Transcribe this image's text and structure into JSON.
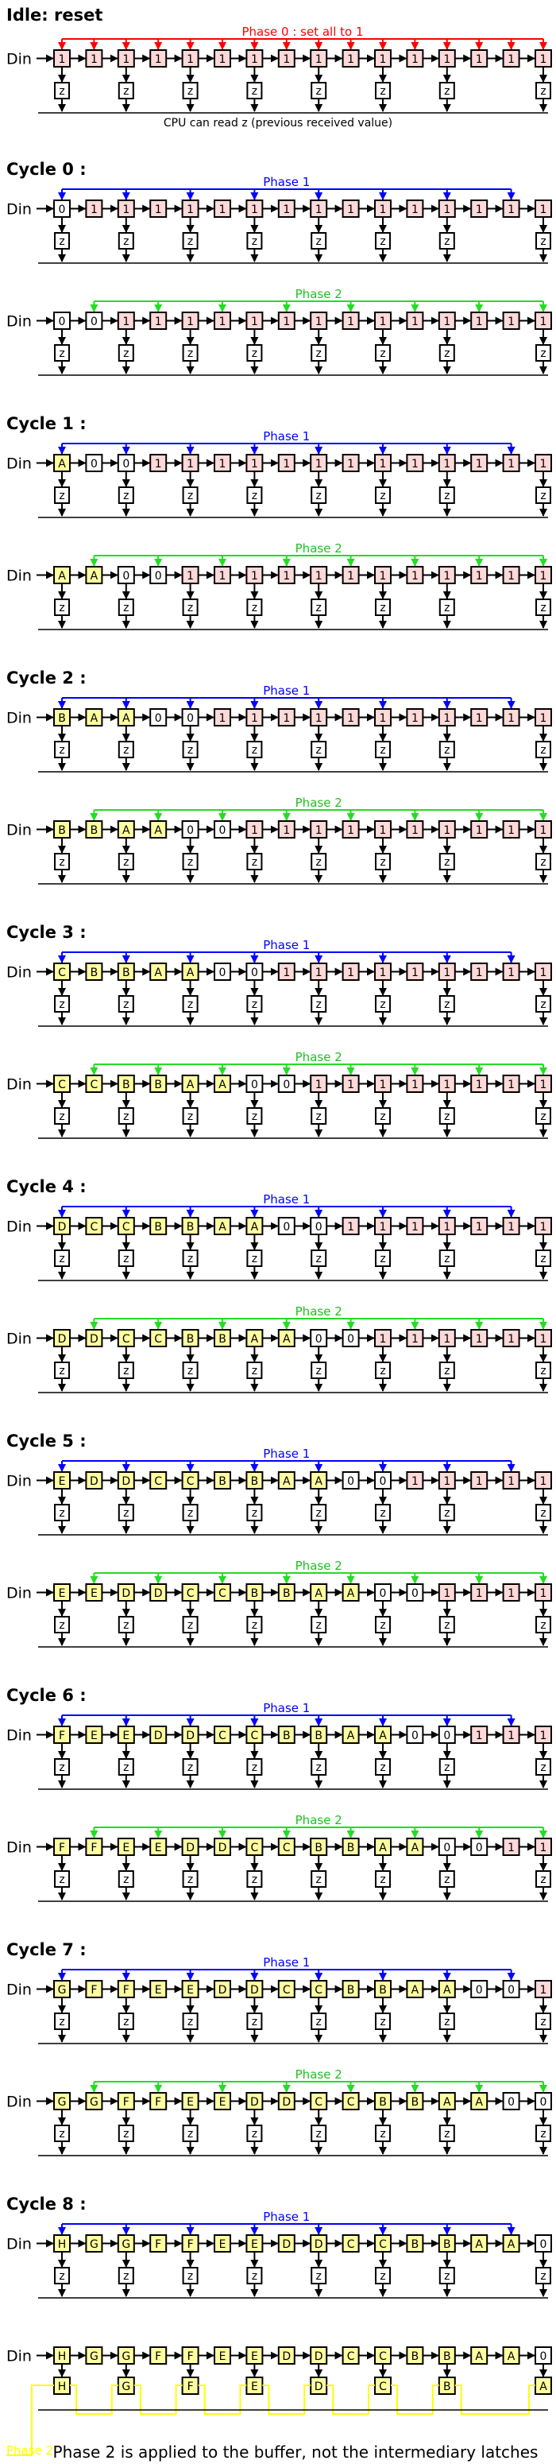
{
  "colors": {
    "phase1": "#0000ff",
    "phase2": "#22dd22",
    "reset": "#ff0000",
    "buffer": "#ffff00",
    "cell_one": "#ffd8d8",
    "cell_zero": "#ffffff",
    "cell_symbol": "#ffffa0"
  },
  "input_label": "Din",
  "output_label": "z",
  "idle": {
    "title": "Idle: reset",
    "phase_label": "Phase 0 : set all to 1",
    "note": "CPU can read z (previous received value)",
    "cells": [
      "1",
      "1",
      "1",
      "1",
      "1",
      "1",
      "1",
      "1",
      "1",
      "1",
      "1",
      "1",
      "1",
      "1",
      "1",
      "1"
    ]
  },
  "phase1_label": "Phase 1",
  "phase2_label": "Phase 2",
  "cycles": [
    {
      "title": "Cycle 0 :",
      "phase1_cells": [
        "0",
        "1",
        "1",
        "1",
        "1",
        "1",
        "1",
        "1",
        "1",
        "1",
        "1",
        "1",
        "1",
        "1",
        "1",
        "1"
      ],
      "phase2_cells": [
        "0",
        "0",
        "1",
        "1",
        "1",
        "1",
        "1",
        "1",
        "1",
        "1",
        "1",
        "1",
        "1",
        "1",
        "1",
        "1"
      ]
    },
    {
      "title": "Cycle 1 :",
      "phase1_cells": [
        "A",
        "0",
        "0",
        "1",
        "1",
        "1",
        "1",
        "1",
        "1",
        "1",
        "1",
        "1",
        "1",
        "1",
        "1",
        "1"
      ],
      "phase2_cells": [
        "A",
        "A",
        "0",
        "0",
        "1",
        "1",
        "1",
        "1",
        "1",
        "1",
        "1",
        "1",
        "1",
        "1",
        "1",
        "1"
      ]
    },
    {
      "title": "Cycle 2 :",
      "phase1_cells": [
        "B",
        "A",
        "A",
        "0",
        "0",
        "1",
        "1",
        "1",
        "1",
        "1",
        "1",
        "1",
        "1",
        "1",
        "1",
        "1"
      ],
      "phase2_cells": [
        "B",
        "B",
        "A",
        "A",
        "0",
        "0",
        "1",
        "1",
        "1",
        "1",
        "1",
        "1",
        "1",
        "1",
        "1",
        "1"
      ]
    },
    {
      "title": "Cycle 3 :",
      "phase1_cells": [
        "C",
        "B",
        "B",
        "A",
        "A",
        "0",
        "0",
        "1",
        "1",
        "1",
        "1",
        "1",
        "1",
        "1",
        "1",
        "1"
      ],
      "phase2_cells": [
        "C",
        "C",
        "B",
        "B",
        "A",
        "A",
        "0",
        "0",
        "1",
        "1",
        "1",
        "1",
        "1",
        "1",
        "1",
        "1"
      ]
    },
    {
      "title": "Cycle 4 :",
      "phase1_cells": [
        "D",
        "C",
        "C",
        "B",
        "B",
        "A",
        "A",
        "0",
        "0",
        "1",
        "1",
        "1",
        "1",
        "1",
        "1",
        "1"
      ],
      "phase2_cells": [
        "D",
        "D",
        "C",
        "C",
        "B",
        "B",
        "A",
        "A",
        "0",
        "0",
        "1",
        "1",
        "1",
        "1",
        "1",
        "1"
      ]
    },
    {
      "title": "Cycle 5 :",
      "phase1_cells": [
        "E",
        "D",
        "D",
        "C",
        "C",
        "B",
        "B",
        "A",
        "A",
        "0",
        "0",
        "1",
        "1",
        "1",
        "1",
        "1"
      ],
      "phase2_cells": [
        "E",
        "E",
        "D",
        "D",
        "C",
        "C",
        "B",
        "B",
        "A",
        "A",
        "0",
        "0",
        "1",
        "1",
        "1",
        "1"
      ]
    },
    {
      "title": "Cycle 6 :",
      "phase1_cells": [
        "F",
        "E",
        "E",
        "D",
        "D",
        "C",
        "C",
        "B",
        "B",
        "A",
        "A",
        "0",
        "0",
        "1",
        "1",
        "1"
      ],
      "phase2_cells": [
        "F",
        "F",
        "E",
        "E",
        "D",
        "D",
        "C",
        "C",
        "B",
        "B",
        "A",
        "A",
        "0",
        "0",
        "1",
        "1"
      ]
    },
    {
      "title": "Cycle 7 :",
      "phase1_cells": [
        "G",
        "F",
        "F",
        "E",
        "E",
        "D",
        "D",
        "C",
        "C",
        "B",
        "B",
        "A",
        "A",
        "0",
        "0",
        "1"
      ],
      "phase2_cells": [
        "G",
        "G",
        "F",
        "F",
        "E",
        "E",
        "D",
        "D",
        "C",
        "C",
        "B",
        "B",
        "A",
        "A",
        "0",
        "0"
      ]
    },
    {
      "title": "Cycle 8 :",
      "phase1_cells": [
        "H",
        "G",
        "G",
        "F",
        "F",
        "E",
        "E",
        "D",
        "D",
        "C",
        "C",
        "B",
        "B",
        "A",
        "A",
        "0"
      ],
      "phase2_cells": null
    }
  ],
  "final": {
    "cells": [
      "H",
      "G",
      "G",
      "F",
      "F",
      "E",
      "E",
      "D",
      "D",
      "C",
      "C",
      "B",
      "B",
      "A",
      "A",
      "0"
    ],
    "buffer_cells": [
      "H",
      "G",
      "F",
      "E",
      "D",
      "C",
      "B",
      "A"
    ],
    "buffer_phase_label": "Phase 2",
    "note": "Phase 2 is applied to the buffer, not the intermediary latches"
  }
}
